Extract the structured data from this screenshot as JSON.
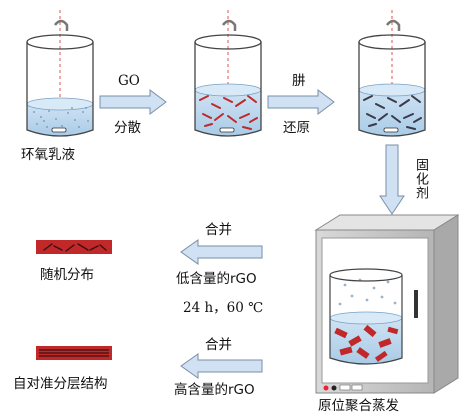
{
  "labels": {
    "epoxy_emulsion": "环氧乳液",
    "go": "GO",
    "disperse": "分散",
    "hydrazine": "肼",
    "reduce": "还原",
    "curing_agent": "固化剂",
    "merge_top": "合并",
    "low_content": "低含量的rGO",
    "conditions": "24 h，60 ℃",
    "merge_bottom": "合并",
    "high_content": "高含量的rGO",
    "random": "随机分布",
    "self_aligned": "自对准分层结构",
    "in_situ": "原位聚合蒸发"
  },
  "colors": {
    "beaker_fill": "#bcd8ee",
    "flake": "#c0282a",
    "arrow_fill": "#cfe1f2",
    "arrow_stroke": "#7a8fa8",
    "oven": "#c8c8c8",
    "dashed_line": "#e05050"
  },
  "icons": [
    "stirrer-icon",
    "stir-bar-icon",
    "arrow-right-icon",
    "arrow-down-icon",
    "arrow-left-icon",
    "oven-icon"
  ]
}
